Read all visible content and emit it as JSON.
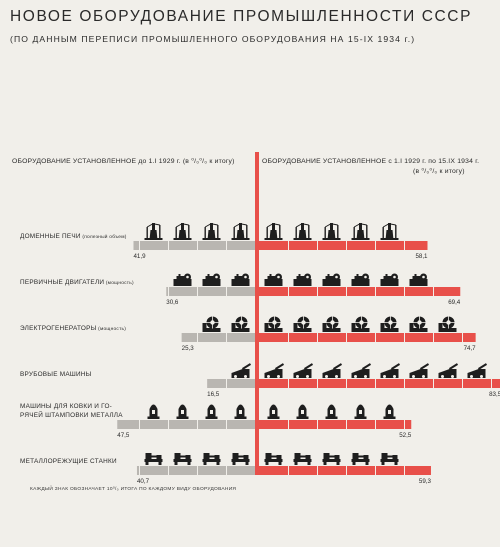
{
  "header": {
    "title": "НОВОЕ ОБОРУДОВАНИЕ ПРОМЫШЛЕННОСТИ СССР",
    "subtitle": "(ПО ДАННЫМ ПЕРЕПИСИ ПРОМЫШЛЕННОГО ОБОРУДОВАНИЯ НА 15-IX 1934 г.)"
  },
  "columns": {
    "left_header": "ОБОРУДОВАНИЕ УСТАНОВЛЕННОЕ до 1.I 1929 г. (в ⁰/₀⁰/₀ к итогу)",
    "right_header": "ОБОРУДОВАНИЕ УСТАНОВЛЕННОЕ с 1.I 1929 г. по 15.IX 1934 г.",
    "right_header_unit": "(в ⁰/₀⁰/₀ к итогу)"
  },
  "footnote": "КАЖДЫЙ ЗНАК ОБОЗНАЧАЕТ 10⁰/₀ ИТОГА ПО КАЖДОМУ ВИДУ ОБОРУДОВАНИЯ",
  "colors": {
    "background": "#f1efea",
    "before_1929": "#b9b6b1",
    "after_1929": "#e8504a",
    "axis": "#e8504a",
    "icon": "#1e1e1e"
  },
  "chart_data": {
    "type": "bar",
    "orientation": "horizontal-diverging",
    "unit_per_icon": 10,
    "series": [
      {
        "name": "ОБОРУДОВАНИЕ УСТАНОВЛЕННОЕ до 1.I 1929 г.",
        "values": [
          41.9,
          30.6,
          25.3,
          16.5,
          47.5,
          40.7
        ]
      },
      {
        "name": "ОБОРУДОВАНИЕ УСТАНОВЛЕННОЕ с 1.I 1929 г. по 15.IX 1934 г.",
        "values": [
          58.1,
          69.4,
          74.7,
          83.5,
          52.5,
          59.3
        ]
      }
    ],
    "categories": [
      {
        "label": "ДОМЕННЫЕ ПЕЧИ",
        "note": "(полезный объем)",
        "icon": "blast-furnace-icon"
      },
      {
        "label": "ПЕРВИЧНЫЕ ДВИГАТЕЛИ",
        "note": "(мощность)",
        "icon": "engine-icon"
      },
      {
        "label": "ЭЛЕКТРОГЕНЕРАТОРЫ",
        "note": "(мощность)",
        "icon": "generator-icon"
      },
      {
        "label": "ВРУБОВЫЕ МАШИНЫ",
        "note": "",
        "icon": "cutting-machine-icon"
      },
      {
        "label": "МАШИНЫ ДЛЯ КОВКИ И ГО-",
        "label2": "РЯЧЕЙ ШТАМПОВКИ МЕТАЛЛА",
        "note": "",
        "icon": "forging-press-icon"
      },
      {
        "label": "МЕТАЛЛОРЕЖУЩИЕ СТАНКИ",
        "note": "",
        "icon": "lathe-icon"
      }
    ],
    "value_labels_left": [
      "41,9",
      "30,6",
      "25,3",
      "16,5",
      "47,5",
      "40,7"
    ],
    "value_labels_right": [
      "58,1",
      "69,4",
      "74,7",
      "83,5",
      "52,5",
      "59,3"
    ]
  }
}
